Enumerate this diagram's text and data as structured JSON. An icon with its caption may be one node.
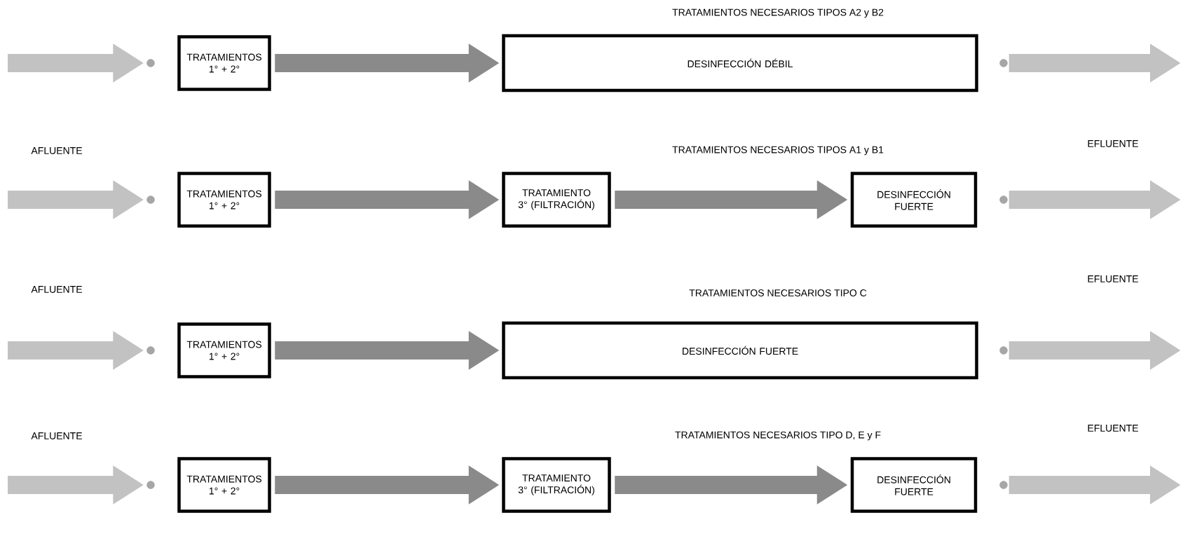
{
  "diagram": {
    "nodes": [
      {
        "text": [],
        "shape": "circle"
      },
      {
        "text": [
          "TRATAMIENTOS 1° + 2°"
        ]
      },
      {
        "text": [
          "DESINFECCIÓN DÉBIL"
        ]
      },
      {
        "text": [],
        "shape": "circle"
      },
      {
        "text": [],
        "shape": "circle"
      },
      {
        "text": [
          "TRATAMIENTOS 1° + 2°"
        ]
      },
      {
        "text": [
          "TRATAMIENTO 3° (FILTRACIÓN)"
        ]
      },
      {
        "text": [
          "DESINFECCIÓN FUERTE"
        ]
      },
      {
        "text": [],
        "shape": "circle"
      },
      {
        "text": [],
        "shape": "circle"
      },
      {
        "text": [
          "TRATAMIENTOS 1° + 2°"
        ]
      },
      {
        "text": [
          "DESINFECCIÓN FUERTE"
        ]
      },
      {
        "text": [],
        "shape": "circle"
      },
      {
        "text": [],
        "shape": "circle"
      },
      {
        "text": [
          "TRATAMIENTOS 1° + 2°"
        ]
      },
      {
        "text": [
          "TRATAMIENTO 3° (FILTRACIÓN)"
        ]
      },
      {
        "text": [
          "DESINFECCIÓN FUERTE"
        ]
      },
      {
        "text": [],
        "shape": "circle"
      }
    ],
    "edges": [
      {
        "from": null,
        "to": 0,
        "arrow": "to"
      },
      {
        "from": 1,
        "to": 2,
        "arrow": "to",
        "color": "#8a8a8a"
      },
      {
        "from": 3,
        "to": null,
        "arrow": "to"
      },
      {
        "from": null,
        "to": 4,
        "arrow": "to"
      },
      {
        "from": 5,
        "to": 6,
        "arrow": "to",
        "color": "#8a8a8a"
      },
      {
        "from": 6,
        "to": 7,
        "arrow": "to",
        "color": "#8a8a8a"
      },
      {
        "from": 8,
        "to": null,
        "arrow": "to"
      },
      {
        "from": null,
        "to": 9,
        "arrow": "to"
      },
      {
        "from": 10,
        "to": 11,
        "arrow": "to",
        "color": "#8a8a8a"
      },
      {
        "from": 12,
        "to": null,
        "arrow": "to"
      },
      {
        "from": null,
        "to": 13,
        "arrow": "to"
      },
      {
        "from": 14,
        "to": 15,
        "arrow": "to",
        "color": "#8a8a8a"
      },
      {
        "from": 15,
        "to": 16,
        "arrow": "to",
        "color": "#8a8a8a"
      },
      {
        "from": 17,
        "to": null,
        "arrow": "to"
      }
    ],
    "labels": [
      "TRATAMIENTOS NECESARIOS TIPOS A2 y B2",
      "AFLUENTE",
      "TRATAMIENTOS NECESARIOS TIPOS A1 y B1",
      "EFLUENTE",
      "AFLUENTE",
      "TRATAMIENTOS NECESARIOS TIPO C",
      "EFLUENTE",
      "AFLUENTE",
      "TRATAMIENTOS NECESARIOS TIPO D, E y F",
      "EFLUENTE"
    ]
  }
}
